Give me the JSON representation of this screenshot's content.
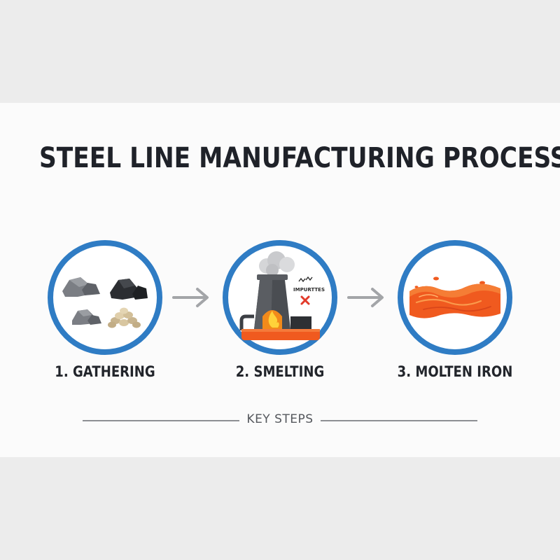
{
  "title": "STEEL LINE MANUFACTURING PROCESS",
  "steps": [
    {
      "label": "1. GATHERING",
      "icon": "ore-rocks-icon"
    },
    {
      "label": "2. SMELTING",
      "icon": "furnace-icon",
      "annotation": "IMPURTTES"
    },
    {
      "label": "3. MOLTEN IRON",
      "icon": "molten-iron-icon"
    }
  ],
  "footer": {
    "label": "KEY STEPS"
  },
  "colors": {
    "ring": "#2f7cc4",
    "arrow": "#a3a5a8",
    "molten": "#f05a1f",
    "furnace_dark": "#3c3f44",
    "impurity_x": "#e23a2a"
  }
}
